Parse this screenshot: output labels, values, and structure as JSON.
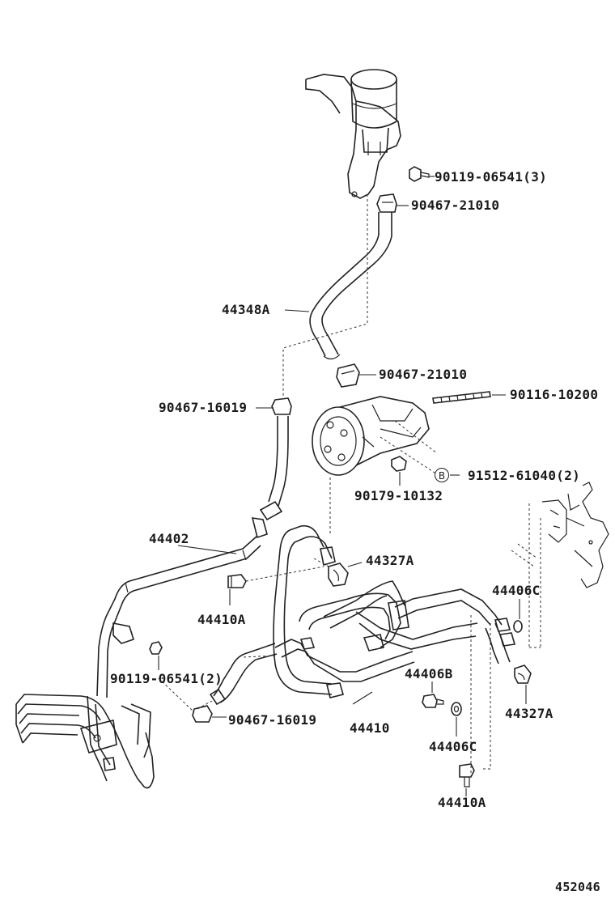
{
  "labels": {
    "bolt_top": "90119-06541(3)",
    "clip_top": "90467-21010",
    "hose_upper": "44348A",
    "clip_mid": "90467-21010",
    "clip_left": "90467-16019",
    "stud": "90116-10200",
    "bolt_b": "91512-61040(2)",
    "nut": "90179-10132",
    "hose_return": "44402",
    "bracket_clamp": "44327A",
    "union_bolt_left": "44410A",
    "gasket_right": "44406C",
    "bolt_small": "90119-06541(2)",
    "gasket_b": "44406B",
    "clamp_right": "44327A",
    "clip_lower": "90467-16019",
    "pressure_tube": "44410",
    "gasket_lower": "44406C",
    "union_bolt_lower": "44410A"
  },
  "marker_b": "B",
  "figure_number": "452046"
}
